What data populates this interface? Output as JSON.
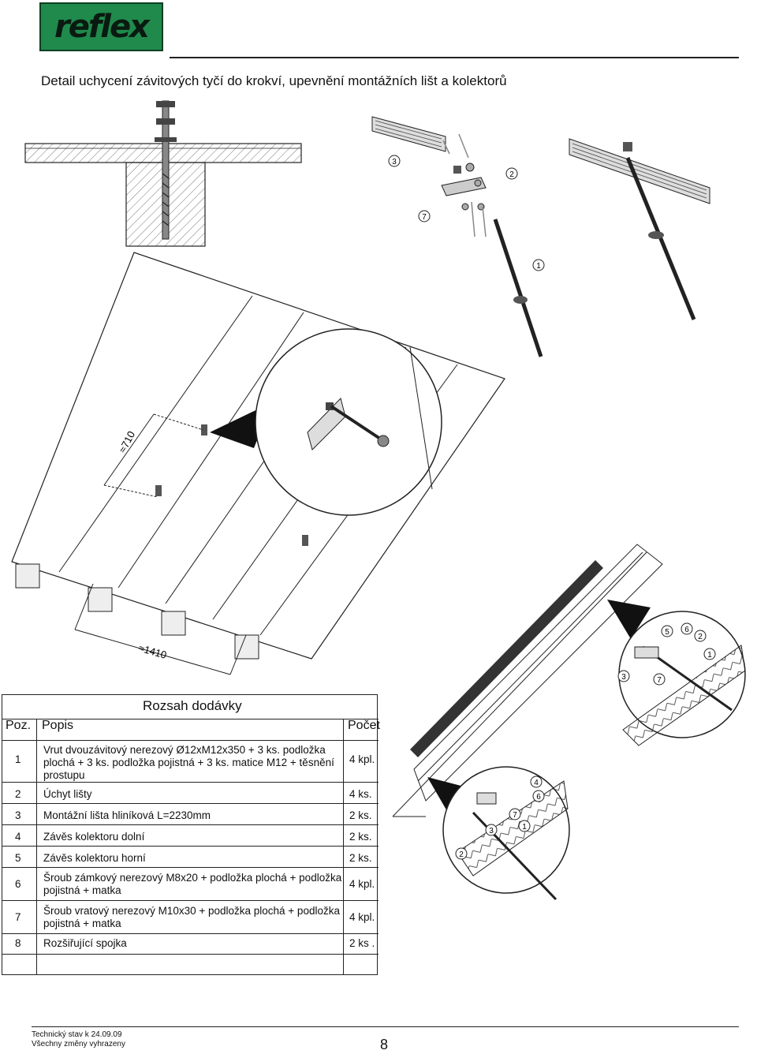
{
  "logo": {
    "text": "reflex",
    "bg_color": "#1f8a4c"
  },
  "title": "Detail uchycení závitových tyčí do krokví, upevnění montážních lišt a kolektorů",
  "dimensions": {
    "rafter_spacing": "≈710",
    "span": "≈1410"
  },
  "callouts": {
    "exploded": [
      "3",
      "2",
      "7",
      "1"
    ],
    "detail_top": [
      "5",
      "6",
      "2",
      "1",
      "3",
      "7"
    ],
    "detail_bottom": [
      "4",
      "6",
      "7",
      "3",
      "1",
      "2"
    ]
  },
  "table": {
    "heading": "Rozsah dodávky",
    "col_pos": "Poz.",
    "col_desc": "Popis",
    "col_qty": "Počet",
    "rows": [
      {
        "pos": "1",
        "line1": "Vrut dvouzávitový nerezový Ø12xM12x350 + 3 ks. podložka",
        "line2": "plochá + 3 ks. podložka pojistná + 3 ks. matice M12 + těsnění prostupu",
        "qty": "4 kpl."
      },
      {
        "pos": "2",
        "line1": "Úchyt lišty",
        "line2": "",
        "qty": "4 ks."
      },
      {
        "pos": "3",
        "line1": "Montážní lišta hliníková L=2230mm",
        "line2": "",
        "qty": "2 ks."
      },
      {
        "pos": "4",
        "line1": "Závěs kolektoru dolní",
        "line2": "",
        "qty": "2 ks."
      },
      {
        "pos": "5",
        "line1": "Závěs kolektoru horní",
        "line2": "",
        "qty": "2 ks."
      },
      {
        "pos": "6",
        "line1": "Šroub zámkový nerezový M8x20 + podložka plochá + podložka",
        "line2": "pojistná + matka",
        "qty": "4 kpl."
      },
      {
        "pos": "7",
        "line1": "Šroub vratový nerezový M10x30 + podložka plochá + podložka",
        "line2": "pojistná + matka",
        "qty": "4 kpl."
      },
      {
        "pos": "8",
        "line1": "Rozšiřující spojka",
        "line2": "",
        "qty": "2 ks ."
      }
    ]
  },
  "footer": {
    "line1": "Technický stav k 24.09.09",
    "line2": "Všechny změny vyhrazeny",
    "page": "8"
  }
}
